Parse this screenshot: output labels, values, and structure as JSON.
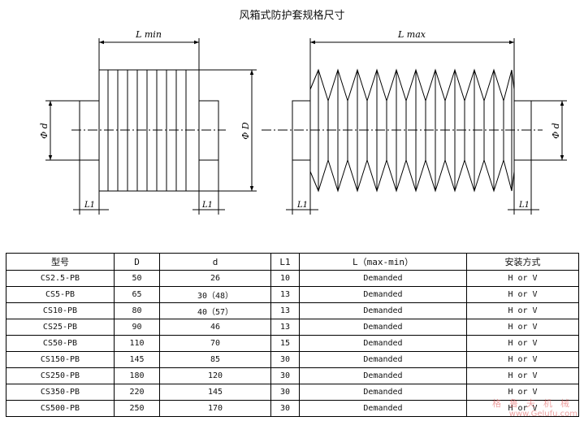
{
  "title": "风箱式防护套规格尺寸",
  "drawing": {
    "left": {
      "lmin": "L min",
      "phi_d": "Φ d",
      "phi_D": "Φ D",
      "l1_left": "L1",
      "l1_right": "L1"
    },
    "right": {
      "lmax": "L max",
      "phi_d": "Φ d",
      "l1_left": "L1",
      "l1_right": "L1"
    }
  },
  "table": {
    "headers": [
      "型号",
      "D",
      "d",
      "L1",
      "L（max-min）",
      "安装方式"
    ],
    "rows": [
      [
        "CS2.5-PB",
        "50",
        "26",
        "10",
        "Demanded",
        "H or V"
      ],
      [
        "CS5-PB",
        "65",
        "30（48）",
        "13",
        "Demanded",
        "H or V"
      ],
      [
        "CS10-PB",
        "80",
        "40（57）",
        "13",
        "Demanded",
        "H or V"
      ],
      [
        "CS25-PB",
        "90",
        "46",
        "13",
        "Demanded",
        "H or V"
      ],
      [
        "CS50-PB",
        "110",
        "70",
        "15",
        "Demanded",
        "H or V"
      ],
      [
        "CS150-PB",
        "145",
        "85",
        "30",
        "Demanded",
        "H or V"
      ],
      [
        "CS250-PB",
        "180",
        "120",
        "30",
        "Demanded",
        "H or V"
      ],
      [
        "CS350-PB",
        "220",
        "145",
        "30",
        "Demanded",
        "H or V"
      ],
      [
        "CS500-PB",
        "250",
        "170",
        "30",
        "Demanded",
        "H or V"
      ]
    ]
  },
  "watermark": {
    "cn": "格鲁夫机械",
    "url": "www.Gelufu.com"
  }
}
